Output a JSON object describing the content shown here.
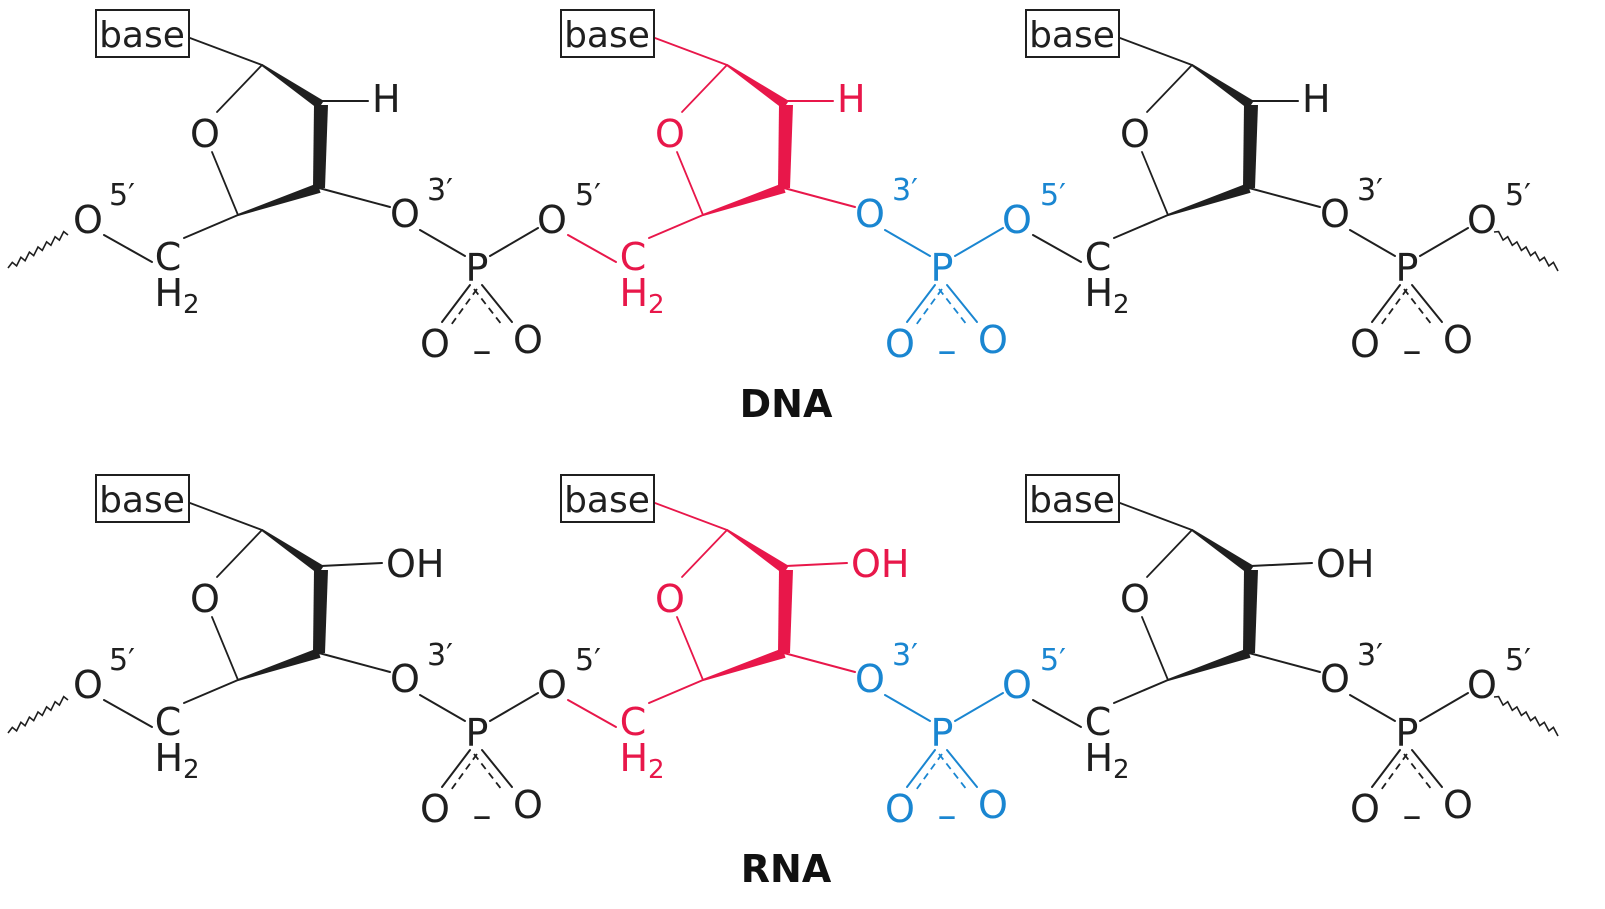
{
  "colors": {
    "default": "#1f1f1f",
    "sugar_highlight": "#e8174a",
    "phosphate_highlight": "#1a86d1"
  },
  "text": {
    "base": "base",
    "O": "O",
    "C": "C",
    "H2": "H2",
    "P": "P",
    "H": "H",
    "OH": "OH",
    "minus": "–",
    "p5": "5′",
    "p3": "3′"
  },
  "strands": [
    {
      "key": "dna",
      "label": "DNA",
      "substituent": "H"
    },
    {
      "key": "rna",
      "label": "RNA",
      "substituent": "OH"
    }
  ],
  "highlights": {
    "sugar_nucleotide_index": 1,
    "phosphate_index": 1
  }
}
